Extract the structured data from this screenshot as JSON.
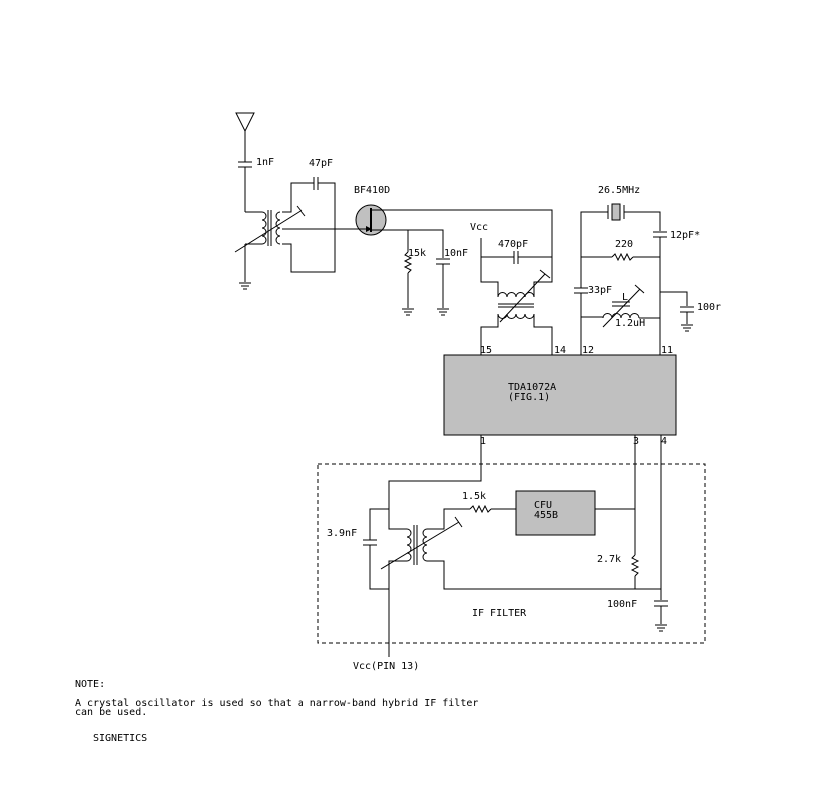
{
  "components": {
    "c_ant": "1nF",
    "c_tank": "47pF",
    "fet": "BF410D",
    "r_source": "15k",
    "c_source": "10nF",
    "vcc": "Vcc",
    "c_470": "470pF",
    "crystal": "26.5MHz",
    "c_12": "12pF*",
    "r_220": "220",
    "c_33": "33pF",
    "l_label": "L",
    "l_value": "1.2uH",
    "r_100": "100r",
    "ic_name": "TDA1072A",
    "ic_ref": "(FIG.1)",
    "r_1k5": "1.5k",
    "cfu_line1": "CFU",
    "cfu_line2": "455B",
    "c_39": "3.9nF",
    "r_27": "2.7k",
    "c_100n": "100nF",
    "if_filter": "IF FILTER",
    "vcc_pin13": "Vcc(PIN 13)"
  },
  "pins": {
    "p15": "15",
    "p14": "14",
    "p12": "12",
    "p11": "11",
    "p1": "1",
    "p3": "3",
    "p4": "4"
  },
  "note": {
    "heading": "NOTE:",
    "line1": "A crystal oscillator is used so that a narrow-band hybrid IF filter",
    "line2": "can be used.",
    "credit": "SIGNETICS"
  }
}
